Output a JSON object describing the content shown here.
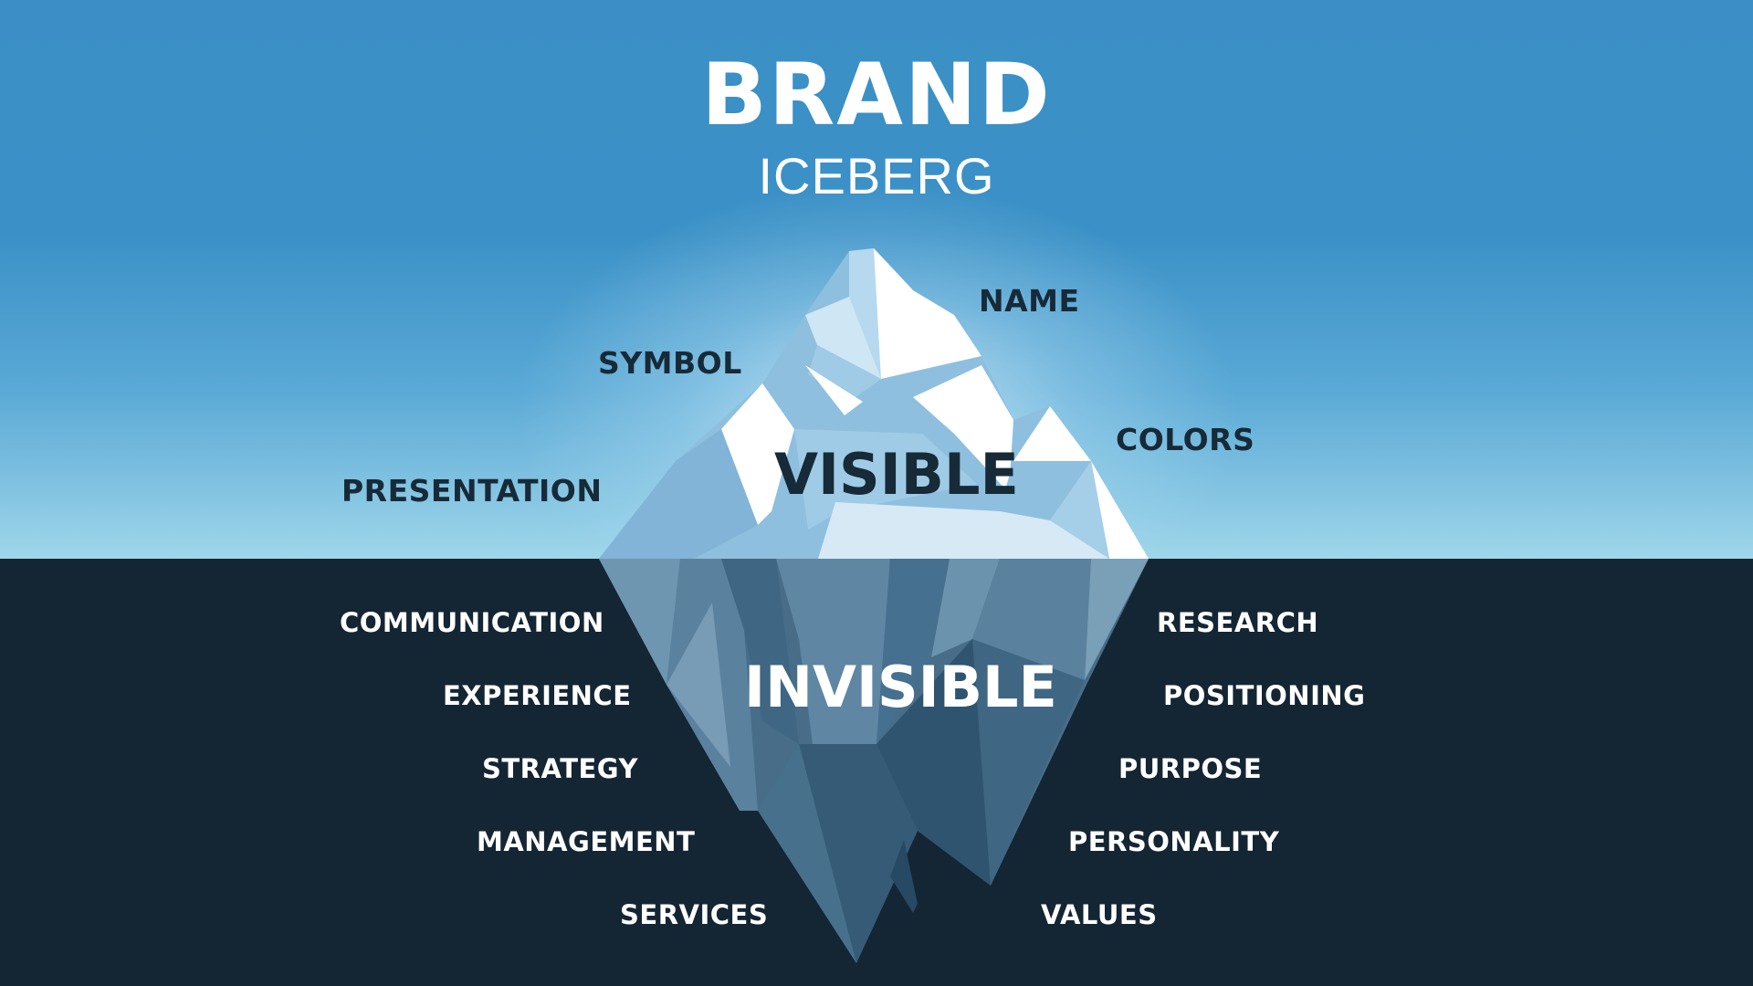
{
  "title": "BRAND",
  "subtitle": "ICEBERG",
  "visible": {
    "heading": "VISIBLE",
    "items": {
      "name": "NAME",
      "symbol": "SYMBOL",
      "colors": "COLORS",
      "presentation": "PRESENTATION"
    }
  },
  "invisible": {
    "heading": "INVISIBLE",
    "left": [
      "COMMUNICATION",
      "EXPERIENCE",
      "STRATEGY",
      "MANAGEMENT",
      "SERVICES"
    ],
    "right": [
      "RESEARCH",
      "POSITIONING",
      "PURPOSE",
      "PERSONALITY",
      "VALUES"
    ]
  },
  "colors": {
    "sky_top": "#3b8fc6",
    "sky_horizon": "#9fd6ea",
    "sea": "#142533",
    "dark_text": "#172a38",
    "light_text": "#ffffff"
  }
}
